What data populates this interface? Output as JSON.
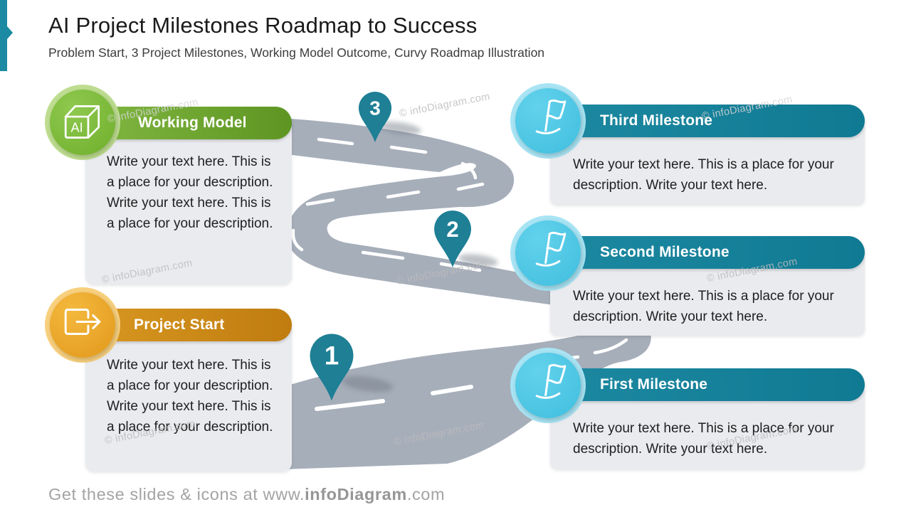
{
  "slide": {
    "title": "AI Project Milestones Roadmap to Success",
    "subtitle": "Problem Start, 3 Project Milestones, Working Model Outcome, Curvy Roadmap Illustration"
  },
  "watermark": {
    "text": "© infoDiagram.com"
  },
  "footer": {
    "prefix": "Get these slides & icons at www.",
    "brand": "infoDiagram",
    "suffix": ".com"
  },
  "pins": {
    "p1": "1",
    "p2": "2",
    "p3": "3"
  },
  "cards": {
    "working_model": {
      "title": "Working Model",
      "description": "Write your text here. This is a place for your description. Write your text here. This is a place for your description.",
      "icon": "ai-cube-icon",
      "accent_color": "#74b231"
    },
    "project_start": {
      "title": "Project Start",
      "description": "Write your text here. This is a place for your description. Write your text here. This is a place for your description.",
      "icon": "start-arrow-icon",
      "accent_color": "#d18c15"
    },
    "third_milestone": {
      "title": "Third Milestone",
      "description": "Write your text here. This is a place for your description. Write your text here.",
      "icon": "flag-icon",
      "accent_color": "#17859d"
    },
    "second_milestone": {
      "title": "Second Milestone",
      "description": "Write your text here. This is a place for your description. Write your text here.",
      "icon": "flag-icon",
      "accent_color": "#17859d"
    },
    "first_milestone": {
      "title": "First Milestone",
      "description": "Write your text here. This is a place for your description. Write your text here.",
      "icon": "flag-icon",
      "accent_color": "#17859d"
    }
  },
  "colors": {
    "road": "#a6aeba",
    "pin": "#1e7f95",
    "accent_bar": "#1b8aa2",
    "card_background": "#e9ebef"
  }
}
